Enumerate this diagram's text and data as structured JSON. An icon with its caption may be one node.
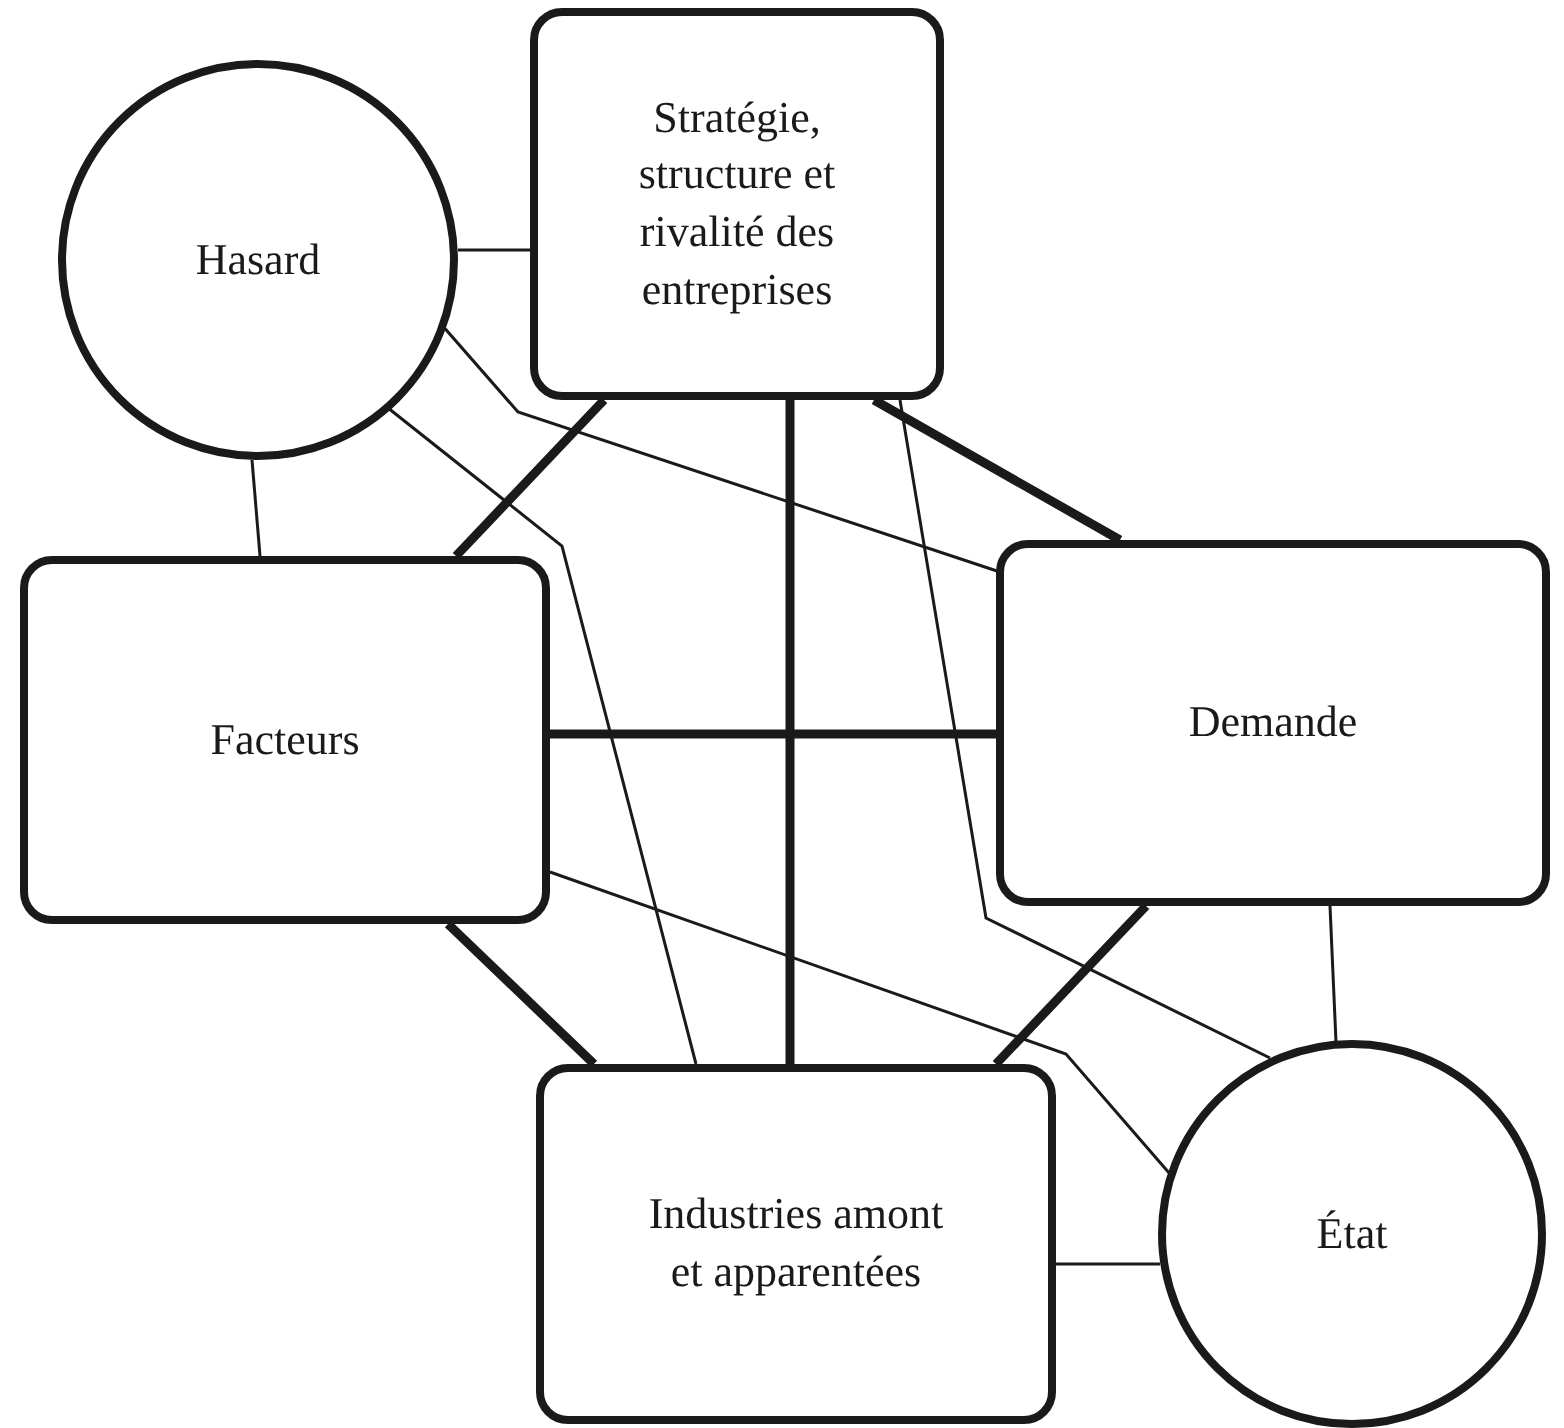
{
  "diagram": {
    "nodes": [
      {
        "text": [
          "Hasard"
        ]
      },
      {
        "text": [
          "Stratégie, structure et rivalité des entreprises"
        ]
      },
      {
        "text": [
          "Facteurs"
        ]
      },
      {
        "text": [
          "Demande"
        ]
      },
      {
        "text": [
          "Industries amont et apparentées"
        ]
      },
      {
        "text": [
          "État"
        ]
      }
    ],
    "edges": [
      {
        "from": 1,
        "to": 2,
        "arrow": "none",
        "style": "thick"
      },
      {
        "from": 1,
        "to": 3,
        "arrow": "none",
        "style": "thick"
      },
      {
        "from": 1,
        "to": 4,
        "arrow": "none",
        "style": "thick"
      },
      {
        "from": 2,
        "to": 3,
        "arrow": "none",
        "style": "thick"
      },
      {
        "from": 2,
        "to": 4,
        "arrow": "none",
        "style": "thick"
      },
      {
        "from": 3,
        "to": 4,
        "arrow": "none",
        "style": "thick"
      },
      {
        "from": 0,
        "to": 1,
        "arrow": "none"
      },
      {
        "from": 0,
        "to": 2,
        "arrow": "none"
      },
      {
        "from": 0,
        "to": 3,
        "arrow": "none"
      },
      {
        "from": 0,
        "to": 4,
        "arrow": "none"
      },
      {
        "from": 5,
        "to": 1,
        "arrow": "none"
      },
      {
        "from": 5,
        "to": 2,
        "arrow": "none"
      },
      {
        "from": 5,
        "to": 3,
        "arrow": "none"
      },
      {
        "from": 5,
        "to": 4,
        "arrow": "none"
      }
    ]
  }
}
